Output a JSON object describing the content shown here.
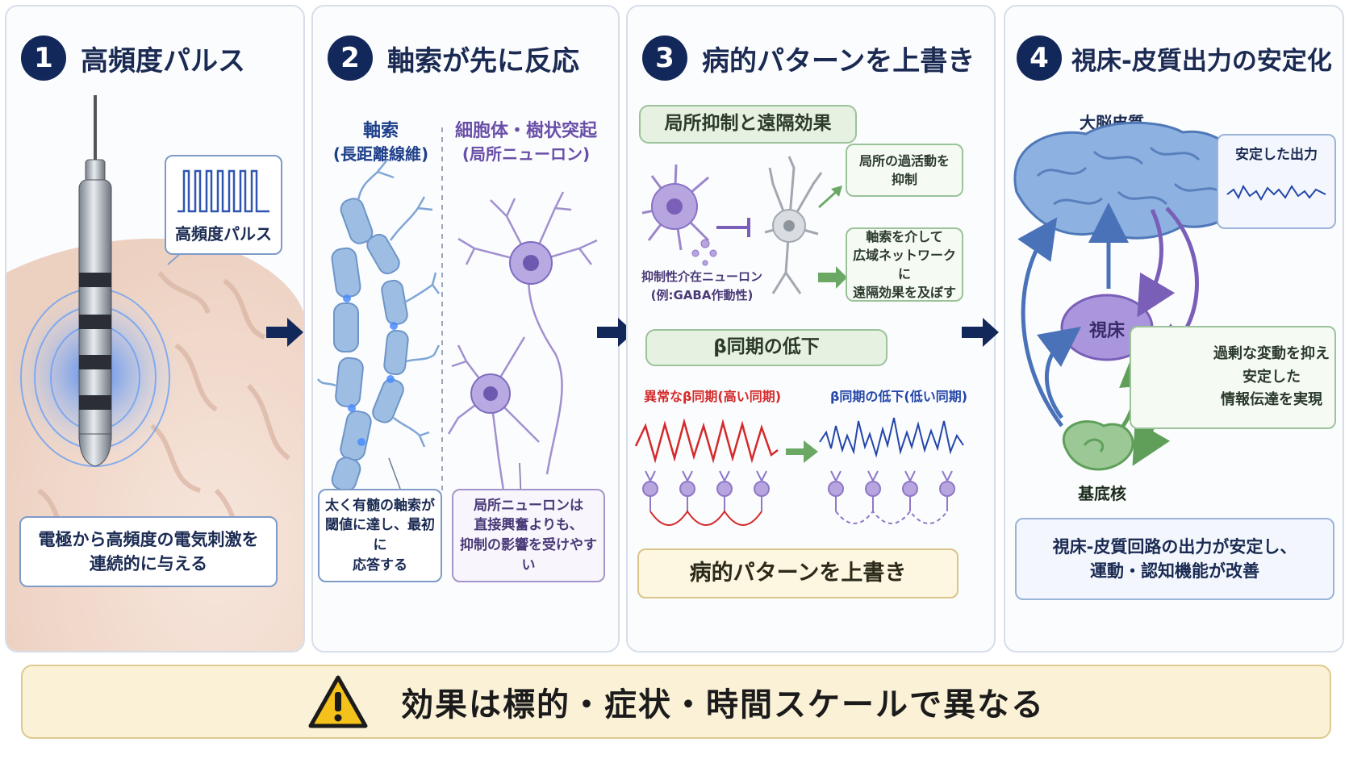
{
  "panel1": {
    "number": "1",
    "title": "高頻度パルス",
    "pulse_label": "高頻度パルス",
    "description_line1": "電極から高頻度の電気刺激を",
    "description_line2": "連続的に与える"
  },
  "panel2": {
    "number": "2",
    "title": "軸索が先に反応",
    "axon_label": "軸索",
    "axon_sub": "(長距離線維)",
    "soma_label": "細胞体・樹状突起",
    "soma_sub": "(局所ニューロン)",
    "axon_note_line1": "太く有髄の軸索が",
    "axon_note_line2": "閾値に達し、最初に",
    "axon_note_line3": "応答する",
    "soma_note_line1": "局所ニューロンは",
    "soma_note_line2": "直接興奮よりも、",
    "soma_note_line3": "抑制の影響を受けやすい"
  },
  "panel3": {
    "number": "3",
    "title": "病的パターンを上書き",
    "local_header": "局所抑制と遠隔効果",
    "inhibitory_label_line1": "抑制性介在ニューロン",
    "inhibitory_label_line2": "(例:GABA作動性)",
    "effect1_line1": "局所の過活動を",
    "effect1_line2": "抑制",
    "effect2_line1": "軸索を介して",
    "effect2_line2": "広域ネットワークに",
    "effect2_line3": "遠隔効果を及ぼす",
    "beta_header": "β同期の低下",
    "abnormal_label": "異常なβ同期(高い同期)",
    "reduced_label": "β同期の低下(低い同期)",
    "override_label": "病的パターンを上書き"
  },
  "panel4": {
    "number": "4",
    "title": "視床-皮質出力の安定化",
    "cortex_label": "大脳皮質",
    "thalamus_label": "視床",
    "basal_label": "基底核",
    "stable_output_label": "安定した出力",
    "note_line1": "過剰な変動を抑え",
    "note_line2": "安定した",
    "note_line3": "情報伝達を実現",
    "summary_line1": "視床-皮質回路の出力が安定し、",
    "summary_line2": "運動・認知機能が改善"
  },
  "footer": {
    "warning_text": "効果は標的・症状・時間スケールで異なる"
  },
  "colors": {
    "navy": "#13285a",
    "abnormal_red": "#d42a2a",
    "reduced_blue": "#2446a8",
    "neuron_purple": "#9b86c9",
    "axon_blue": "#8fb2dc",
    "cortex_blue": "#6f95cc",
    "thalamus_purple": "#9c86cf",
    "basal_green": "#8fbf8a",
    "flow_green": "#5f9f5a"
  }
}
